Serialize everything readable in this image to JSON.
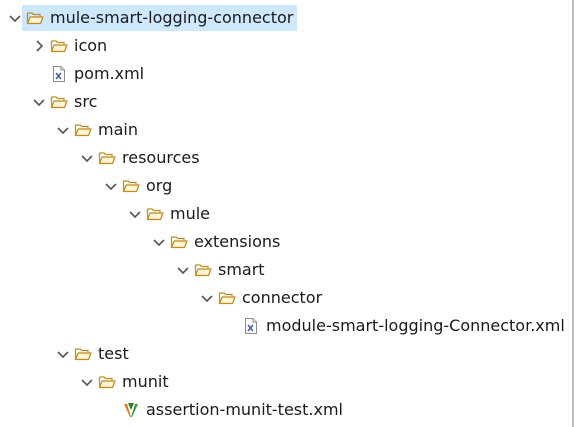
{
  "tree": [
    {
      "label": "mule-smart-logging-connector",
      "level": 0,
      "expander": "expanded",
      "icon": "project-folder-icon",
      "selected": true
    },
    {
      "label": "icon",
      "level": 1,
      "expander": "collapsed",
      "icon": "folder-icon"
    },
    {
      "label": "pom.xml",
      "level": 1,
      "expander": "none",
      "icon": "xml-file-icon"
    },
    {
      "label": "src",
      "level": 1,
      "expander": "expanded",
      "icon": "folder-icon"
    },
    {
      "label": "main",
      "level": 2,
      "expander": "expanded",
      "icon": "folder-icon"
    },
    {
      "label": "resources",
      "level": 3,
      "expander": "expanded",
      "icon": "folder-icon"
    },
    {
      "label": "org",
      "level": 4,
      "expander": "expanded",
      "icon": "folder-icon"
    },
    {
      "label": "mule",
      "level": 5,
      "expander": "expanded",
      "icon": "folder-icon"
    },
    {
      "label": "extensions",
      "level": 6,
      "expander": "expanded",
      "icon": "folder-icon"
    },
    {
      "label": "smart",
      "level": 7,
      "expander": "expanded",
      "icon": "folder-icon"
    },
    {
      "label": "connector",
      "level": 8,
      "expander": "expanded",
      "icon": "folder-icon"
    },
    {
      "label": "module-smart-logging-Connector.xml",
      "level": 9,
      "expander": "none",
      "icon": "xml-file-icon"
    },
    {
      "label": "test",
      "level": 2,
      "expander": "expanded",
      "icon": "folder-icon"
    },
    {
      "label": "munit",
      "level": 3,
      "expander": "expanded",
      "icon": "folder-icon"
    },
    {
      "label": "assertion-munit-test.xml",
      "level": 4,
      "expander": "none",
      "icon": "munit-file-icon"
    }
  ],
  "colors": {
    "selection": "#cde8ff",
    "folder_stroke": "#c18a1a",
    "folder_fill": "#fff4d6",
    "chevron": "#555555",
    "xml_blue": "#3a5fa8"
  }
}
